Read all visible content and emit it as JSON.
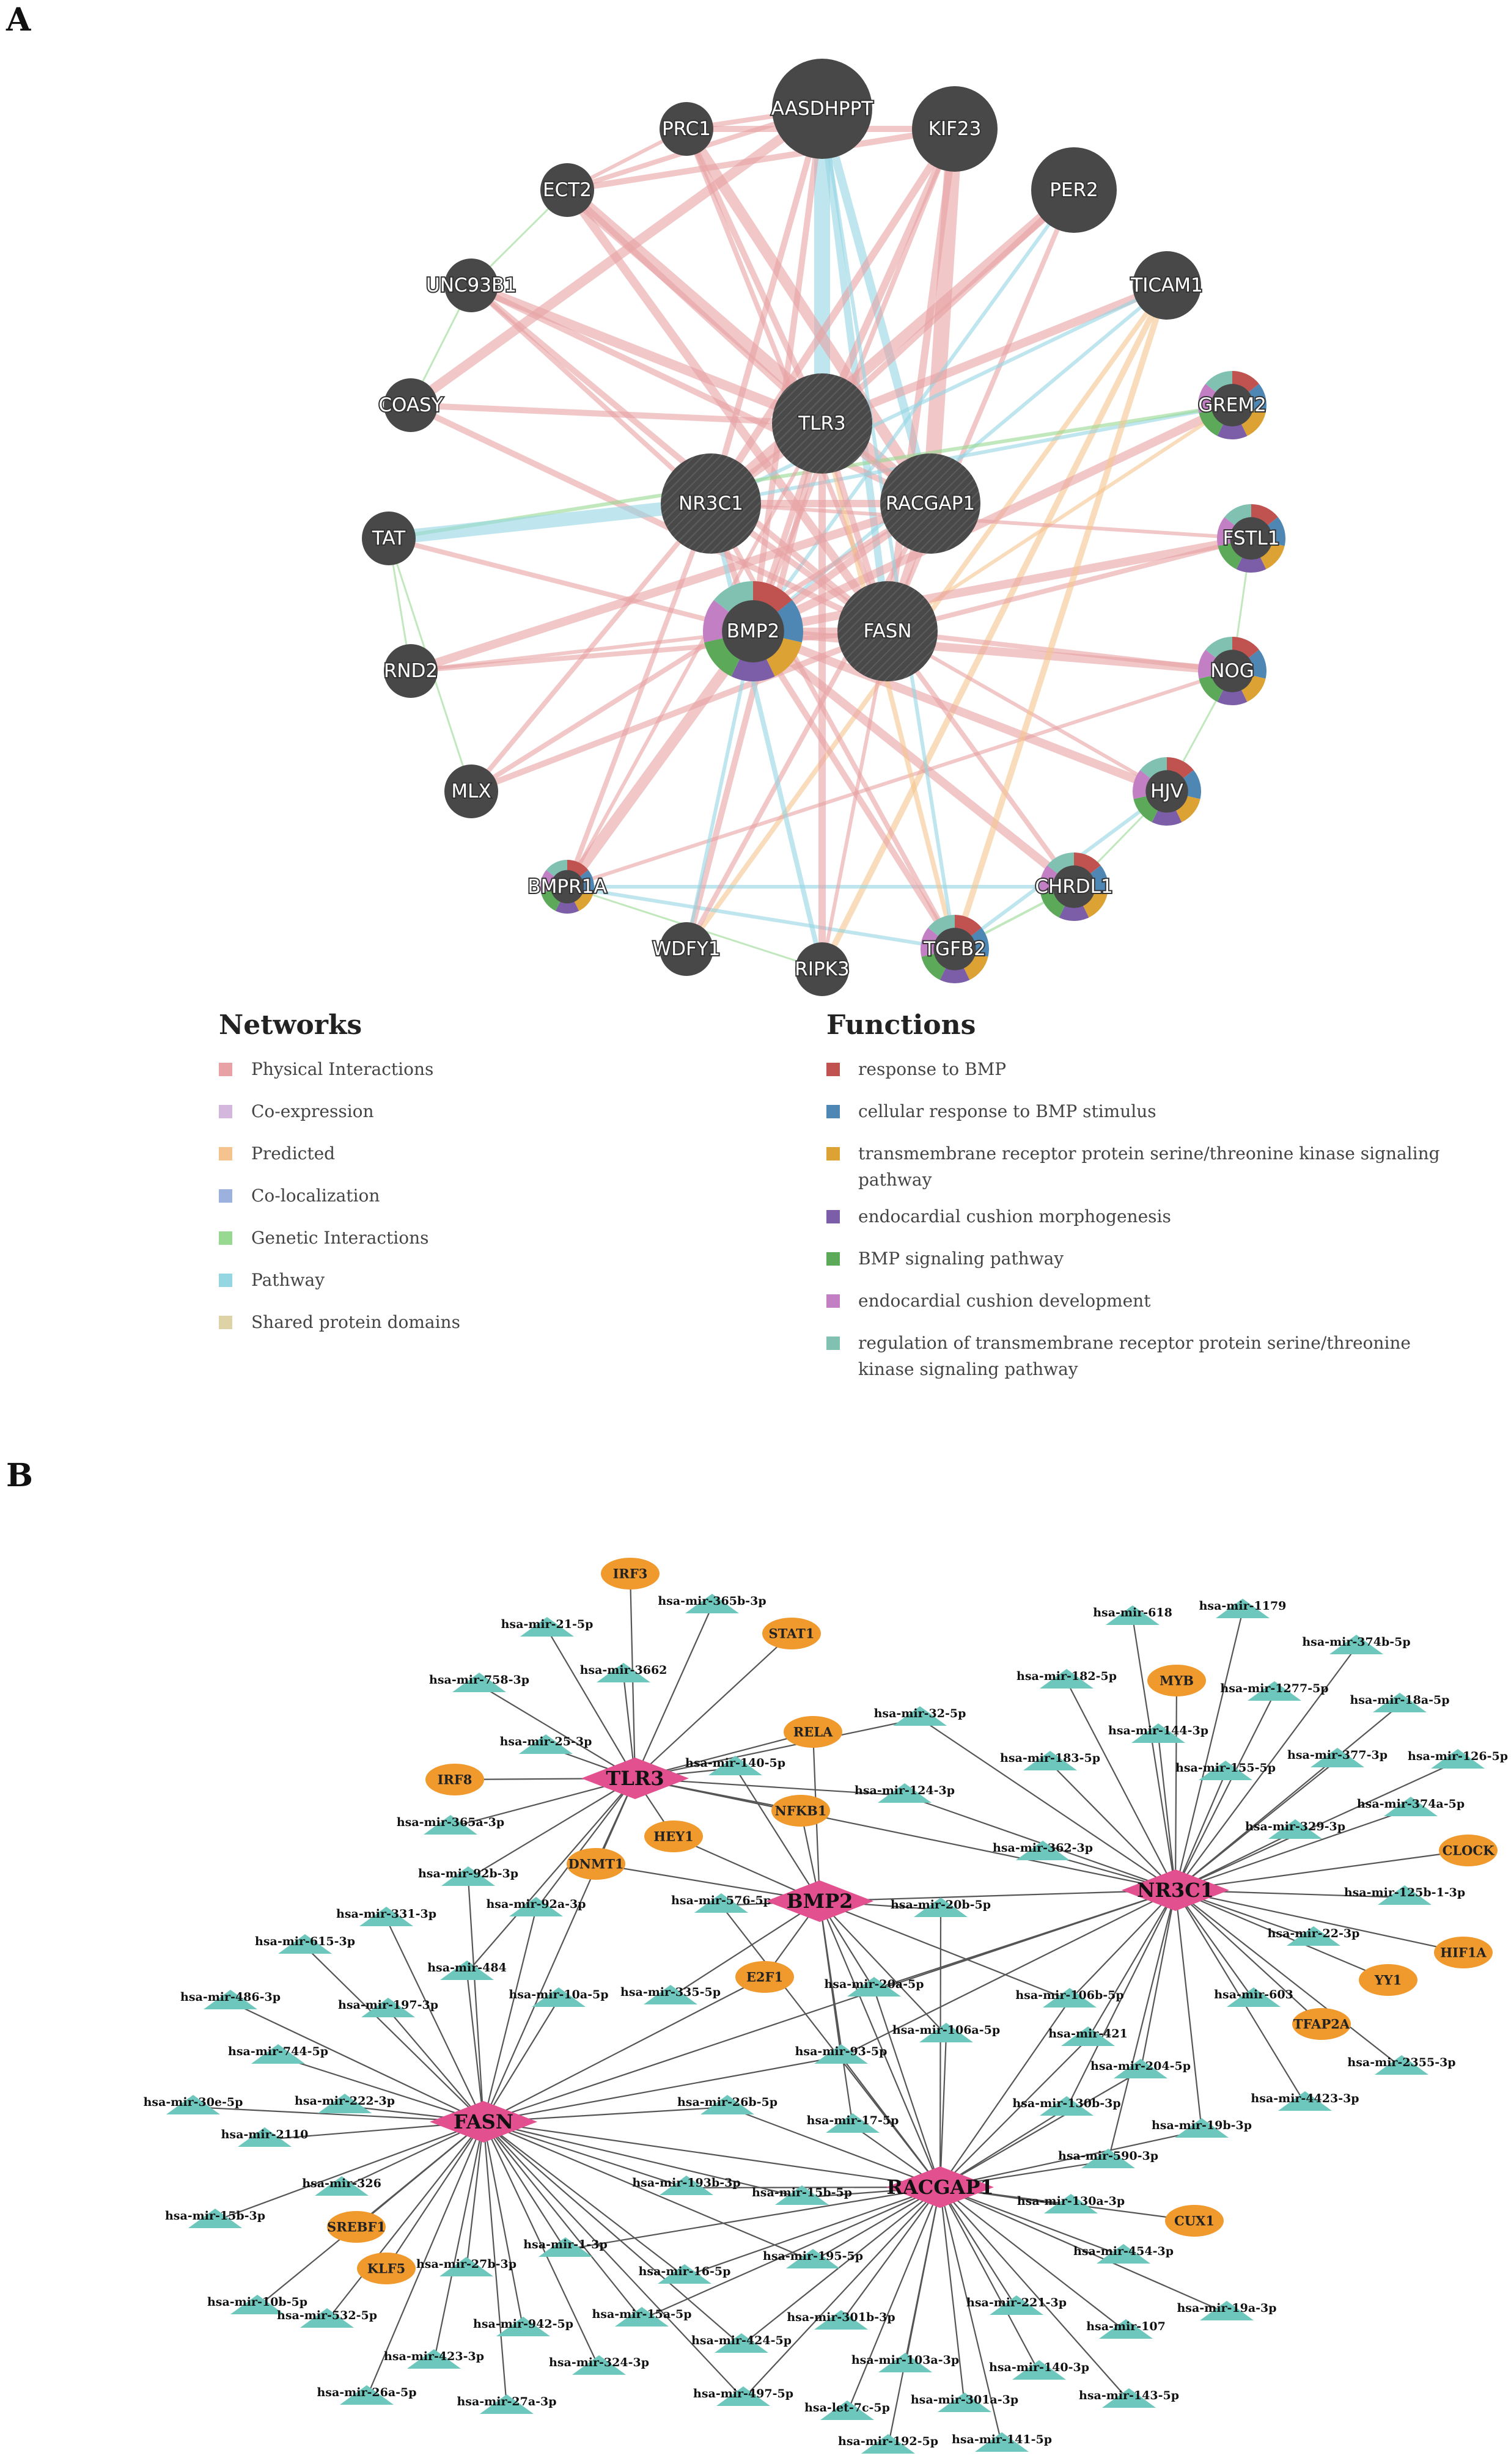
{
  "panel_a_label": "A",
  "panel_b_label": "B",
  "networkA": {
    "nodes": [
      {
        "name": "AASDHPPT",
        "type": "query",
        "pie": false
      },
      {
        "name": "KIF23",
        "type": "query",
        "pie": false
      },
      {
        "name": "PRC1",
        "type": "gene",
        "pie": false
      },
      {
        "name": "ECT2",
        "type": "gene",
        "pie": false
      },
      {
        "name": "PER2",
        "type": "query",
        "pie": false
      },
      {
        "name": "UNC93B1",
        "type": "gene",
        "pie": false
      },
      {
        "name": "TICAM1",
        "type": "query",
        "pie": false
      },
      {
        "name": "COASY",
        "type": "gene",
        "pie": false
      },
      {
        "name": "GREM2",
        "type": "gene",
        "pie": true
      },
      {
        "name": "TAT",
        "type": "gene",
        "pie": false
      },
      {
        "name": "FSTL1",
        "type": "gene",
        "pie": true
      },
      {
        "name": "RND2",
        "type": "gene",
        "pie": false
      },
      {
        "name": "NOG",
        "type": "gene",
        "pie": true
      },
      {
        "name": "MLX",
        "type": "gene",
        "pie": false
      },
      {
        "name": "HJV",
        "type": "gene",
        "pie": true
      },
      {
        "name": "BMPR1A",
        "type": "gene",
        "pie": true
      },
      {
        "name": "CHRDL1",
        "type": "gene",
        "pie": true
      },
      {
        "name": "WDFY1",
        "type": "gene",
        "pie": false
      },
      {
        "name": "TGFB2",
        "type": "gene",
        "pie": true
      },
      {
        "name": "RIPK3",
        "type": "gene",
        "pie": false
      },
      {
        "name": "TLR3",
        "type": "hub",
        "pie": false
      },
      {
        "name": "NR3C1",
        "type": "hub",
        "pie": false
      },
      {
        "name": "RACGAP1",
        "type": "hub",
        "pie": false
      },
      {
        "name": "BMP2",
        "type": "hub",
        "pie": true
      },
      {
        "name": "FASN",
        "type": "hub",
        "pie": false
      }
    ]
  },
  "legend": {
    "networks_title": "Networks",
    "networks": [
      {
        "label": "Physical Interactions",
        "color": "#e8a1a4"
      },
      {
        "label": "Co-expression",
        "color": "#d4b7dc"
      },
      {
        "label": "Predicted",
        "color": "#f5c48e"
      },
      {
        "label": "Co-localization",
        "color": "#9db1de"
      },
      {
        "label": "Genetic Interactions",
        "color": "#98d991"
      },
      {
        "label": "Pathway",
        "color": "#94d6e2"
      },
      {
        "label": "Shared protein domains",
        "color": "#ddd3a6"
      }
    ],
    "functions_title": "Functions",
    "functions": [
      {
        "label": "response to BMP",
        "color": "#c0524f"
      },
      {
        "label": "cellular response to BMP stimulus",
        "color": "#4e87b4"
      },
      {
        "label": "transmembrane receptor protein serine/threonine kinase signaling",
        "label2": "pathway",
        "color": "#dca234"
      },
      {
        "label": "endocardial cushion morphogenesis",
        "color": "#7b5ea7"
      },
      {
        "label": "BMP signaling pathway",
        "color": "#5da95a"
      },
      {
        "label": "endocardial cushion development",
        "color": "#c37fc4"
      },
      {
        "label": "regulation of transmembrane receptor protein serine/threonine",
        "label2": "kinase signaling pathway",
        "color": "#80c1b1"
      }
    ]
  },
  "colors": {
    "hub": "#e3508f",
    "tf": "#f09a2e",
    "mirna": "#6dc7bc",
    "edge": "#555555",
    "node_dark": "#484848"
  },
  "networkB": {
    "hubs": [
      "TLR3",
      "BMP2",
      "NR3C1",
      "FASN",
      "RACGAP1"
    ],
    "tfs": [
      "IRF3",
      "STAT1",
      "RELA",
      "IRF8",
      "NFKB1",
      "HEY1",
      "DNMT1",
      "E2F1",
      "MYB",
      "CLOCK",
      "HIF1A",
      "YY1",
      "TFAP2A",
      "SREBF1",
      "KLF5",
      "CUX1"
    ],
    "mirnas": [
      "hsa-mir-365b-3p",
      "hsa-mir-21-5p",
      "hsa-mir-3662",
      "hsa-mir-758-3p",
      "hsa-mir-25-3p",
      "hsa-mir-140-5p",
      "hsa-mir-32-5p",
      "hsa-mir-124-3p",
      "hsa-mir-365a-3p",
      "hsa-mir-92b-3p",
      "hsa-mir-92a-3p",
      "hsa-mir-576-5p",
      "hsa-mir-20b-5p",
      "hsa-mir-331-3p",
      "hsa-mir-615-3p",
      "hsa-mir-484",
      "hsa-mir-486-3p",
      "hsa-mir-197-3p",
      "hsa-mir-10a-5p",
      "hsa-mir-335-5p",
      "hsa-mir-20a-5p",
      "hsa-mir-106b-5p",
      "hsa-mir-106a-5p",
      "hsa-mir-744-5p",
      "hsa-mir-93-5p",
      "hsa-mir-421",
      "hsa-mir-204-5p",
      "hsa-mir-30e-5p",
      "hsa-mir-222-3p",
      "hsa-mir-26b-5p",
      "hsa-mir-130b-3p",
      "hsa-mir-17-5p",
      "hsa-mir-2110",
      "hsa-mir-19b-3p",
      "hsa-mir-590-3p",
      "hsa-mir-326",
      "hsa-mir-193b-3p",
      "hsa-mir-15b-5p",
      "hsa-mir-15b-3p",
      "hsa-mir-130a-3p",
      "hsa-mir-27b-3p",
      "hsa-mir-1-3p",
      "hsa-mir-454-3p",
      "hsa-mir-195-5p",
      "hsa-mir-16-5p",
      "hsa-mir-10b-5p",
      "hsa-mir-532-5p",
      "hsa-mir-221-3p",
      "hsa-mir-19a-3p",
      "hsa-mir-15a-5p",
      "hsa-mir-301b-3p",
      "hsa-mir-107",
      "hsa-mir-942-5p",
      "hsa-mir-423-3p",
      "hsa-mir-424-5p",
      "hsa-mir-103a-3p",
      "hsa-mir-140-3p",
      "hsa-mir-324-3p",
      "hsa-mir-26a-5p",
      "hsa-mir-143-5p",
      "hsa-mir-497-5p",
      "hsa-mir-301a-3p",
      "hsa-mir-27a-3p",
      "hsa-let-7c-5p",
      "hsa-mir-192-5p",
      "hsa-mir-141-5p",
      "hsa-mir-618",
      "hsa-mir-1179",
      "hsa-mir-374b-5p",
      "hsa-mir-182-5p",
      "hsa-mir-1277-5p",
      "hsa-mir-18a-5p",
      "hsa-mir-144-3p",
      "hsa-mir-183-5p",
      "hsa-mir-377-3p",
      "hsa-mir-126-5p",
      "hsa-mir-155-5p",
      "hsa-mir-374a-5p",
      "hsa-mir-329-3p",
      "hsa-mir-362-3p",
      "hsa-mir-125b-1-3p",
      "hsa-mir-22-3p",
      "hsa-mir-603",
      "hsa-mir-2355-3p",
      "hsa-mir-4423-3p"
    ]
  }
}
